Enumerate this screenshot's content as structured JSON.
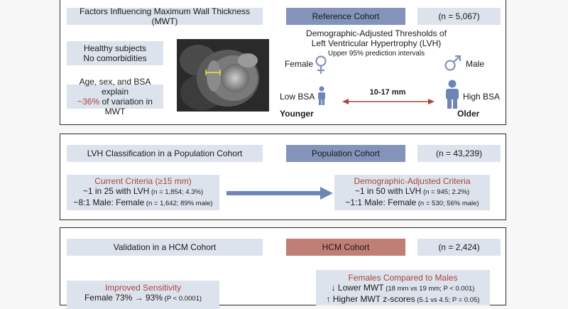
{
  "panel1": {
    "title": "Factors Influencing Maximum Wall Thickness (MWT)",
    "box_healthy_line1": "Healthy subjects",
    "box_healthy_line2": "No comorbidities",
    "box_explain_line1": "Age, sex, and BSA explain",
    "box_explain_pct": "~36%",
    "box_explain_rest": " of variation in MWT",
    "cohort_label": "Reference Cohort",
    "cohort_n": "(n = 5,067)",
    "thresholds_line1": "Demographic-Adjusted Thresholds of",
    "thresholds_line2": "Left Ventricular Hypertrophy (LVH)",
    "thresholds_sub": "Upper 95% prediction intervals",
    "female_label": "Female",
    "male_label": "Male",
    "low_bsa": "Low BSA",
    "high_bsa": "High BSA",
    "range": "10-17 mm",
    "younger": "Younger",
    "older": "Older"
  },
  "panel2": {
    "title": "LVH Classification in a Population Cohort",
    "cohort_label": "Population Cohort",
    "cohort_n": "(n = 43,239)",
    "current_title": "Current Criteria (≥15 mm)",
    "current_line1_main": "~1 in 25 with LVH",
    "current_line1_small": " (n = 1,854; 4.3%)",
    "current_line2_main": "~8:1 Male: Female",
    "current_line2_small": " (n = 1,642; 89% male)",
    "adjusted_title": "Demographic-Adjusted Criteria",
    "adjusted_line1_main": "~1 in 50 with LVH",
    "adjusted_line1_small": " (n = 945; 2.2%)",
    "adjusted_line2_main": "~1:1 Male: Female",
    "adjusted_line2_small": " (n = 530; 56% male)"
  },
  "panel3": {
    "title": "Validation in a HCM Cohort",
    "cohort_label": "HCM Cohort",
    "cohort_n": "(n = 2,424)",
    "sens_title": "Improved Sensitivity",
    "sens_line1_main": "Female 73% → 93%",
    "sens_line1_small": " (P < 0.0001)",
    "fm_title": "Females Compared to Males",
    "fm_line1_main": "↓ Lower MWT",
    "fm_line1_small": " (18 mm vs 19 mm; P < 0.001)",
    "fm_line2_main": "↑ Higher MWT z-scores",
    "fm_line2_small": " (5.1 vs 4.5; P = 0.05)"
  },
  "colors": {
    "cohort_blue": "#8393b9",
    "hcm_red": "#c07e74",
    "box_fill": "#dde3ec",
    "accent_red": "#a8453e",
    "arrow": "#6e86b5"
  }
}
